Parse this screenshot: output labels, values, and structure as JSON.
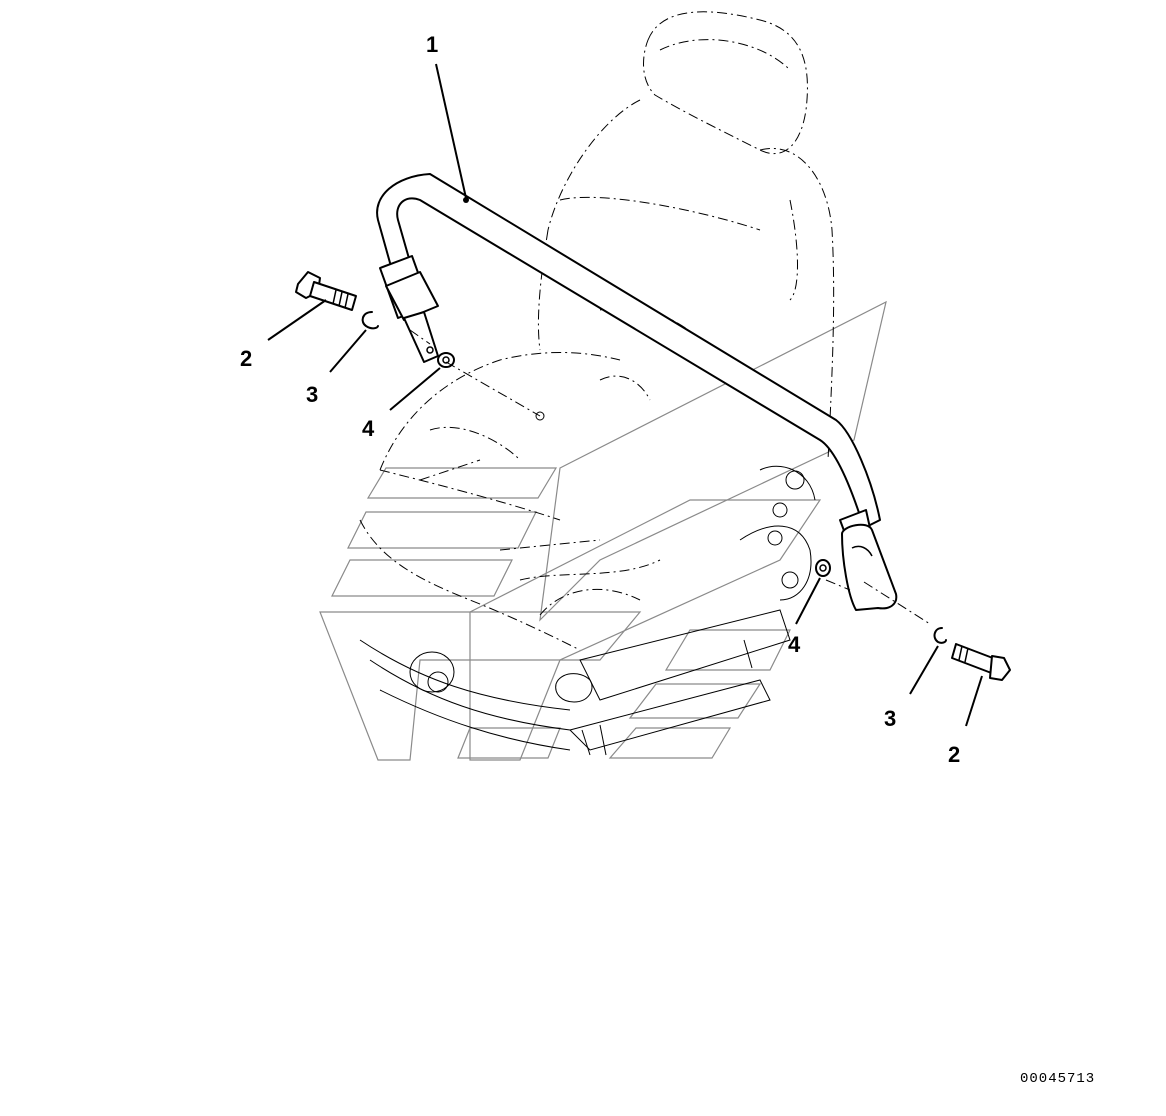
{
  "callouts": [
    {
      "label": "1"
    },
    {
      "label": "2"
    },
    {
      "label": "3"
    },
    {
      "label": "4"
    },
    {
      "label": "2"
    },
    {
      "label": "3"
    },
    {
      "label": "4"
    }
  ],
  "document_number": "00045713"
}
